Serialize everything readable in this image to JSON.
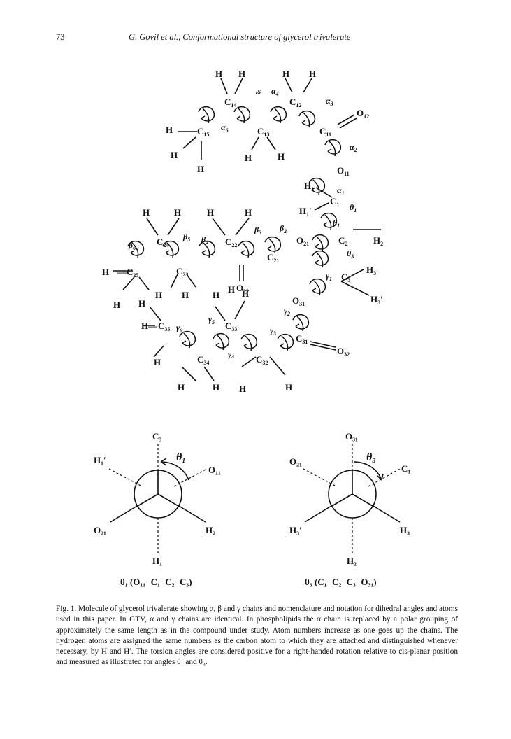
{
  "page_number": "73",
  "running_head": "G. Govil et al., Conformational structure of glycerol trivalerate",
  "figure": {
    "newman_left": {
      "front_label": "C₃",
      "right_label": "O₁₁",
      "left_label": "H₁′",
      "lower_left_label": "O₂₁",
      "lower_right_label": "H₂",
      "bottom_label": "H₁",
      "angle_label": "θ₁",
      "formula": "θ₁ (O₁₁−C₁−C₂−C₃)"
    },
    "newman_right": {
      "front_label": "O₃₁",
      "right_label": "C₁",
      "left_label": "O₂₁",
      "lower_left_label": "H₃′",
      "lower_right_label": "H₃",
      "bottom_label": "H₂",
      "angle_label": "θ₃",
      "formula": "θ₃ (C₁−C₂−C₃−O₃₁)"
    }
  },
  "caption": "Fig. 1. Molecule of glycerol trivalerate showing α, β and γ chains and nomenclature and notation for dihedral angles and atoms used in this paper. In GTV, α and γ chains are identical. In phospholipids the α chain is replaced by a polar grouping of approximately the same length as in the compound under study. Atom numbers increase as one goes up the chains. The hydrogen atoms are assigned the same numbers as the carbon atom to which they are attached and distinguished whenever necessary, by H and H′. The torsion angles are considered positive for a right-handed rotation relative to cis-planar position and measured as illustrated for angles θ₁ and θ₃."
}
